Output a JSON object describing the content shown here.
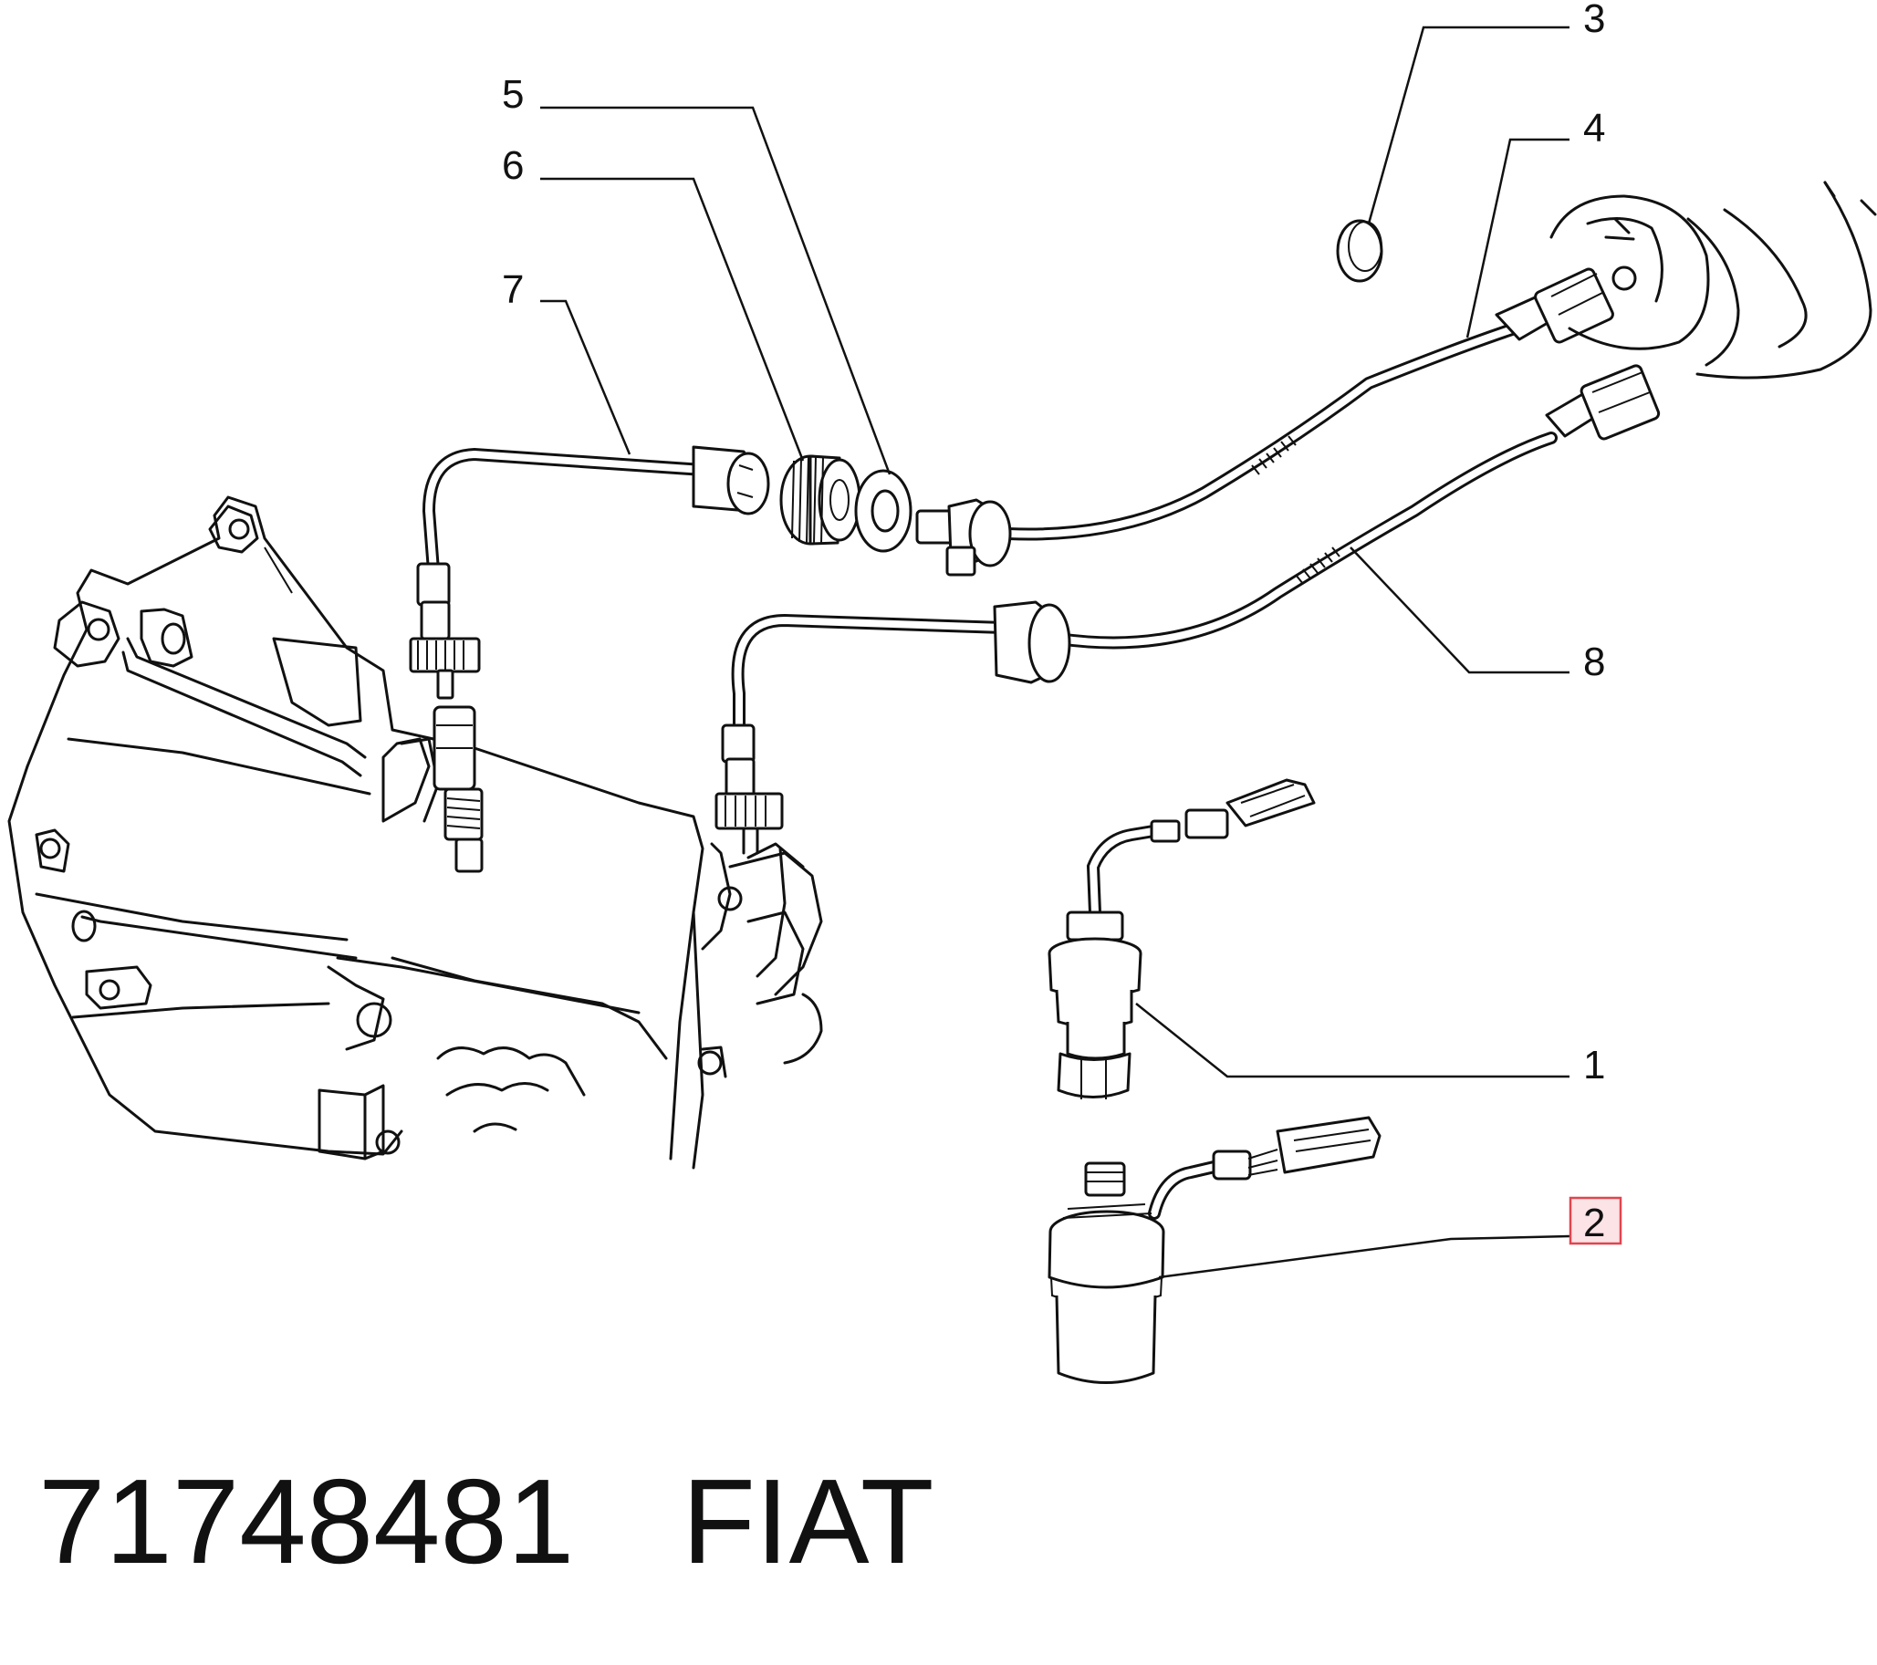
{
  "callouts": {
    "c1": "1",
    "c2": "2",
    "c3": "3",
    "c4": "4",
    "c5": "5",
    "c6": "6",
    "c7": "7",
    "c8": "8"
  },
  "highlighted_callout": "2",
  "footer": {
    "part_number": "71748481",
    "brand": "FIAT"
  },
  "colors": {
    "ink": "#111111",
    "highlight_border": "#e0454f",
    "highlight_fill": "#fbe3e6"
  }
}
